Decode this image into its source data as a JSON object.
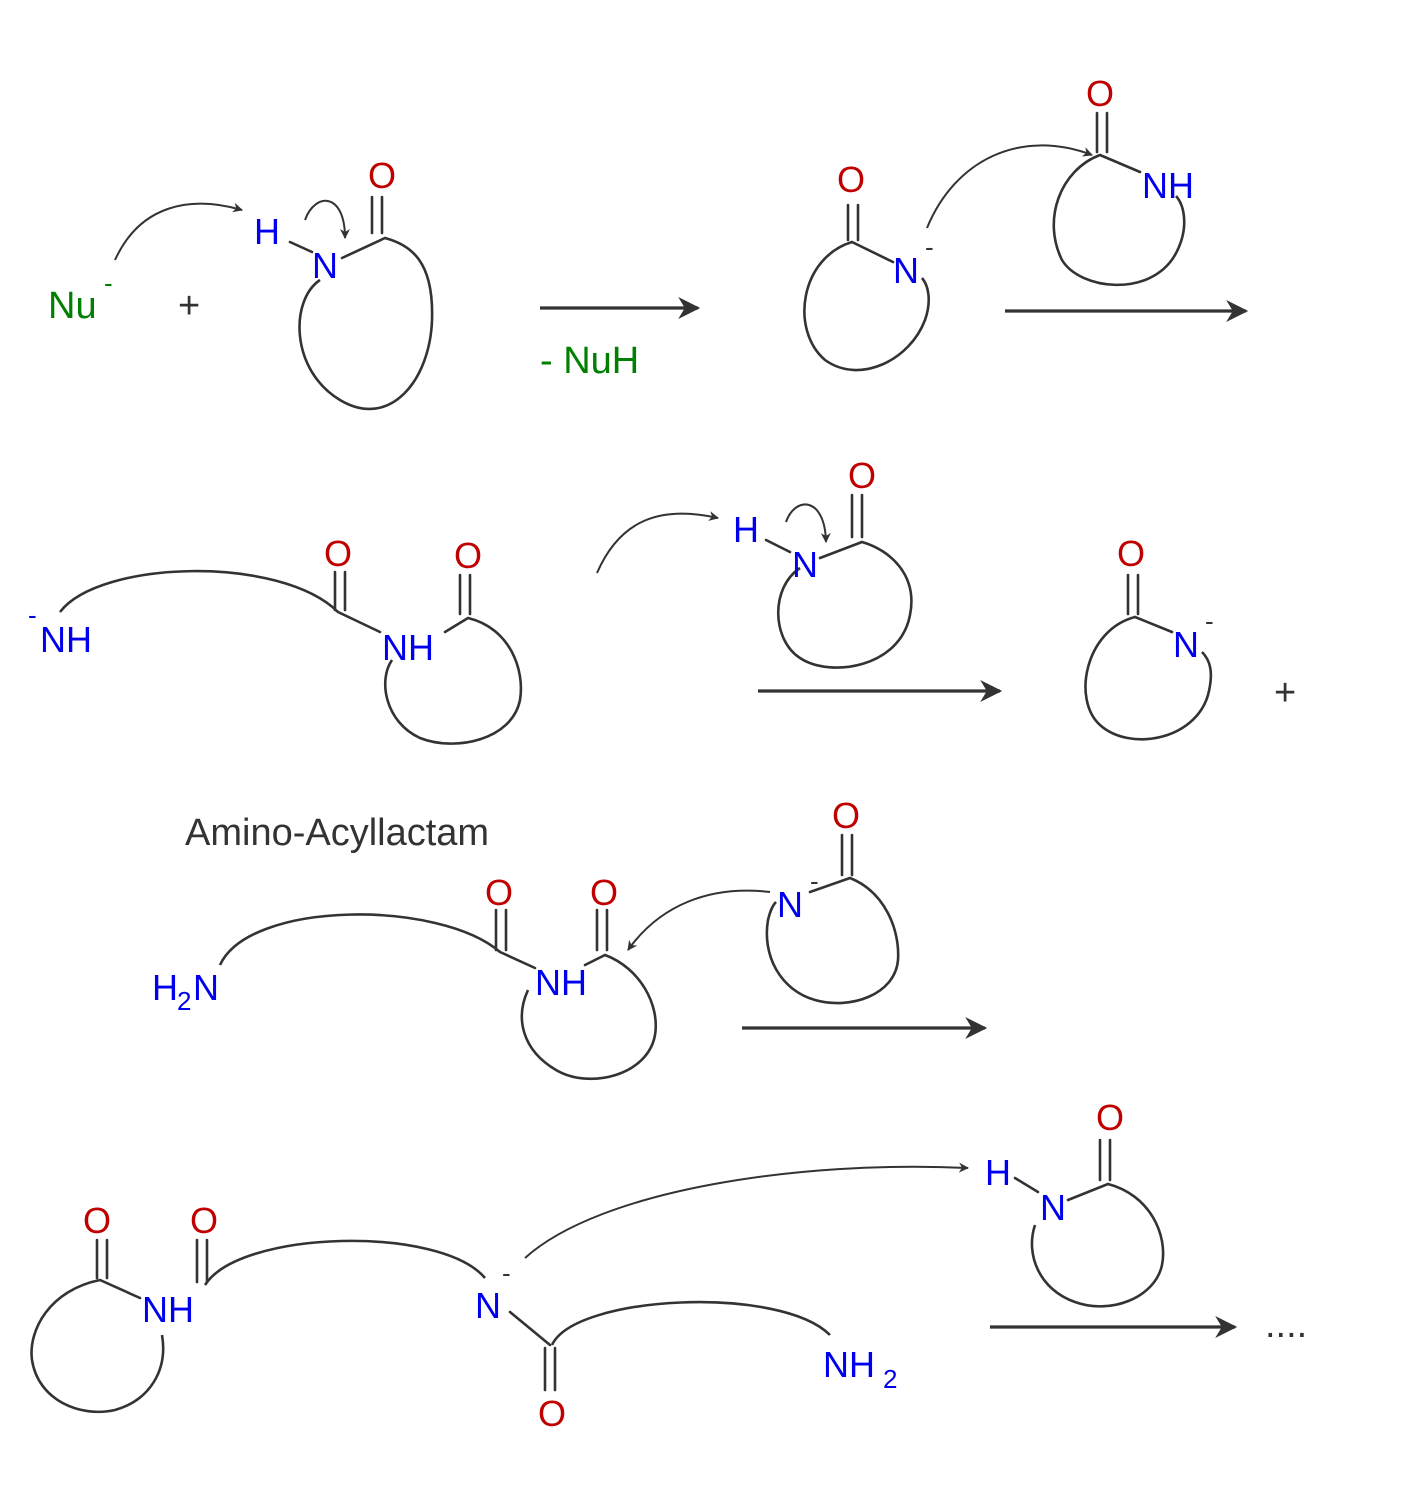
{
  "colors": {
    "oxygen": "#c00000",
    "nitrogen": "#0000ee",
    "nucleophile": "#008000",
    "ink": "#333333"
  },
  "atoms": {
    "O": "O",
    "N": "N",
    "NH": "NH",
    "H": "H",
    "H2N_H": "H",
    "H2N_N": "N",
    "NH2_NH": "NH",
    "sub2": "2",
    "minus": "-"
  },
  "row1": {
    "nucleophile": "Nu",
    "plus": "+",
    "byproduct": "- NuH"
  },
  "row2": {
    "plus": "+"
  },
  "row3": {
    "product_label": "Amino-Acyllactam"
  },
  "row4": {
    "continuation": "...."
  }
}
